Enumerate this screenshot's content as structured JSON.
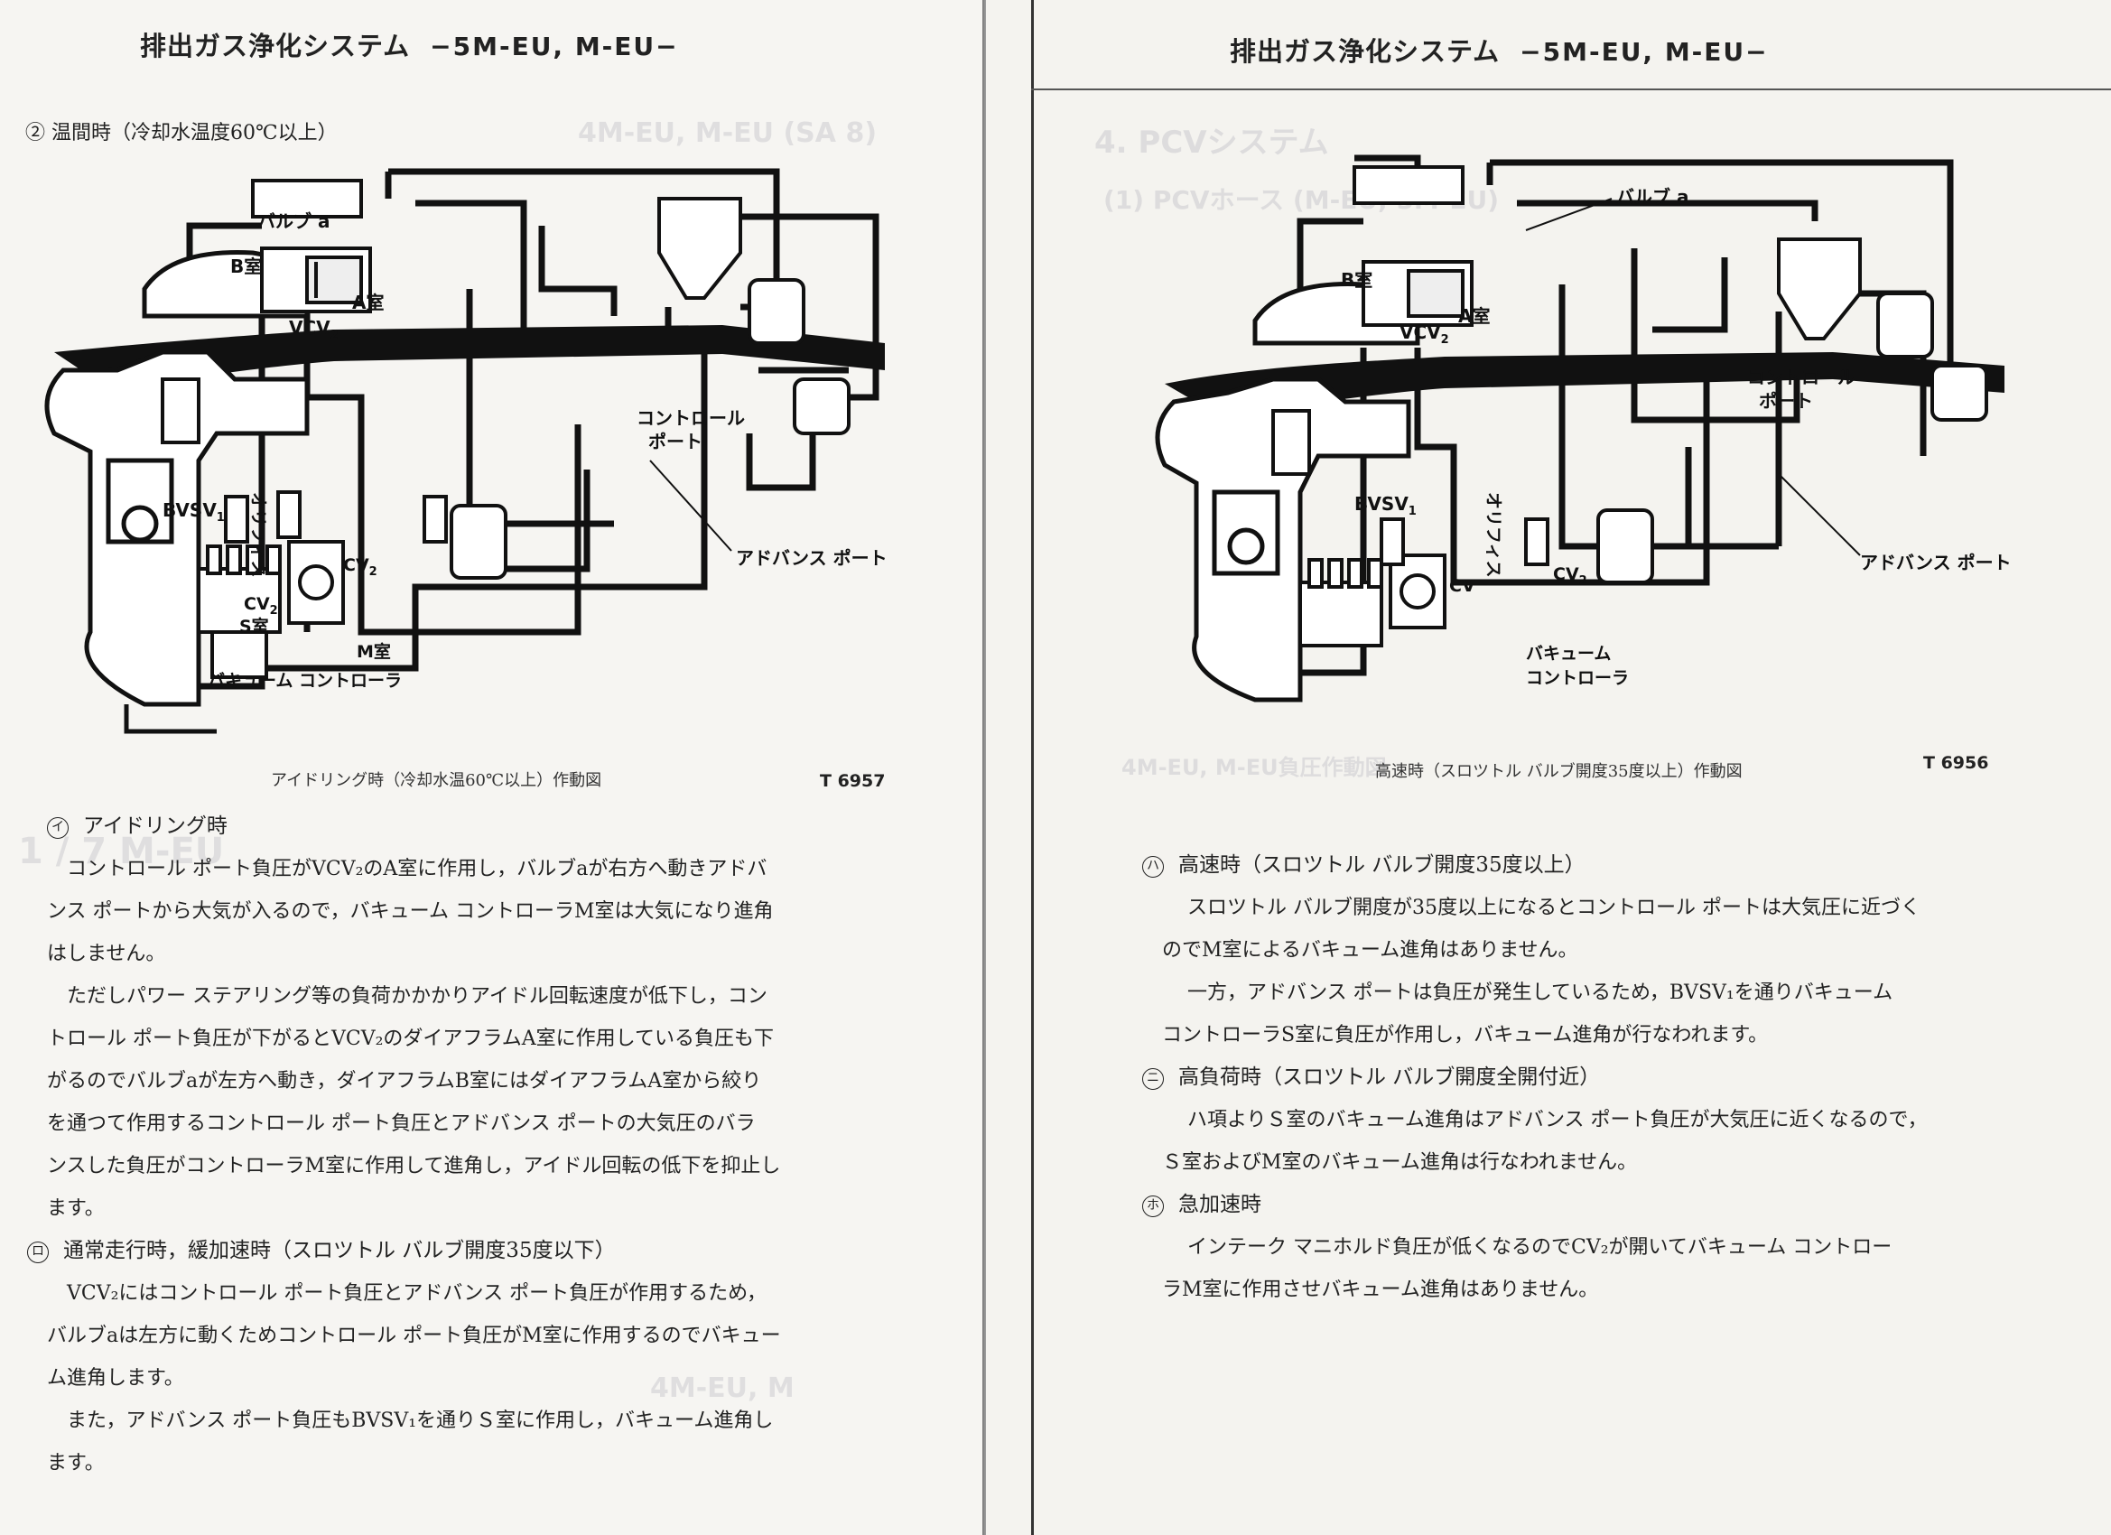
{
  "left": {
    "header": {
      "title": "排出ガス浄化システム",
      "model": "−5M-EU, M-EU−"
    },
    "section_heading": "② 温間時（冷却水温度60℃以上）",
    "figure_labels": {
      "valve_a": "バルブ a",
      "chamber_b": "B室",
      "chamber_a": "A室",
      "vcv": "VCV",
      "vcv_sub": "2",
      "control_port": "コントロール",
      "control_port2": "ポート",
      "bvsv": "BVSV",
      "bvsv_sub": "1",
      "orifice": "オリフィス",
      "cv": "CV",
      "cv_sub": "2",
      "s_chamber": "S室",
      "m_chamber": "M室",
      "cv2": "CV",
      "cv2_sub": "2",
      "advance_port": "アドバンス ポート",
      "vacuum_controller": "バキューム コントローラ"
    },
    "caption": "アイドリング時（冷却水温60℃以上）作動図",
    "fig_id": "T 6957",
    "p1_title": "アイドリング時",
    "p1_mark": "イ",
    "p1_lines": [
      "コントロール ポート負圧がVCV₂のA室に作用し，バルブaが右方へ動きアドバ",
      "ンス ポートから大気が入るので，バキューム コントローラM室は大気になり進角",
      "はしません。"
    ],
    "p2_lines": [
      "ただしパワー ステアリング等の負荷かかかりアイドル回転速度が低下し，コン",
      "トロール ポート負圧が下がるとVCV₂のダイアフラムA室に作用している負圧も下",
      "がるのでバルブaが左方へ動き，ダイアフラムB室にはダイアフラムA室から絞り",
      "を通つて作用するコントロール ポート負圧とアドバンス ポートの大気圧のバラ",
      "ンスした負圧がコントローラM室に作用して進角し，アイドル回転の低下を抑止し",
      "ます。"
    ],
    "p3_title": "通常走行時，緩加速時（スロツトル バルブ開度35度以下）",
    "p3_mark": "ロ",
    "p3_lines": [
      "VCV₂にはコントロール ポート負圧とアドバンス ポート負圧が作用するため，",
      "バルブaは左方に動くためコントロール ポート負圧がM室に作用するのでバキュー",
      "ム進角します。",
      "また，アドバンス ポート負圧もBVSV₁を通りＳ室に作用し，バキューム進角し",
      "ます。"
    ]
  },
  "right": {
    "header": {
      "title": "排出ガス浄化システム",
      "model": "−5M-EU, M-EU−"
    },
    "figure_labels": {
      "valve_a": "バルブ a",
      "chamber_b": "B室",
      "chamber_a": "A室",
      "vcv": "VCV",
      "vcv_sub": "2",
      "control_port": "コントロール",
      "control_port2": "ポート",
      "bvsv": "BVSV",
      "bvsv_sub": "1",
      "orifice": "オリフィス",
      "cv": "CV",
      "cv2": "CV",
      "cv2_sub": "2",
      "advance_port": "アドバンス ポート",
      "vacuum_controller": "バキューム",
      "vacuum_controller2": "コントローラ"
    },
    "caption": "高速時（スロツトル バルブ開度35度以上）作動図",
    "fig_id": "T 6956",
    "p1_mark": "ハ",
    "p1_title": "高速時（スロツトル バルブ開度35度以上）",
    "p1_lines": [
      "スロツトル バルブ開度が35度以上になるとコントロール ポートは大気圧に近づく",
      "のでM室によるバキューム進角はありません。",
      "一方，アドバンス ポートは負圧が発生しているため，BVSV₁を通りバキューム",
      "コントローラS室に負圧が作用し，バキューム進角が行なわれます。"
    ],
    "p2_mark": "ニ",
    "p2_title": "高負荷時（スロツトル バルブ開度全開付近）",
    "p2_lines": [
      "ハ項よりＳ室のバキューム進角はアドバンス ポート負圧が大気圧に近くなるので，",
      "Ｓ室およびM室のバキューム進角は行なわれません。"
    ],
    "p3_mark": "ホ",
    "p3_title": "急加速時",
    "p3_lines": [
      "インテーク マニホルド負圧が低くなるのでCV₂が開いてバキューム コントロー",
      "ラM室に作用させバキューム進角はありません。"
    ]
  },
  "colors": {
    "paper": "#f6f5f2",
    "ink": "#222222",
    "ghost": "#b8bccb"
  }
}
